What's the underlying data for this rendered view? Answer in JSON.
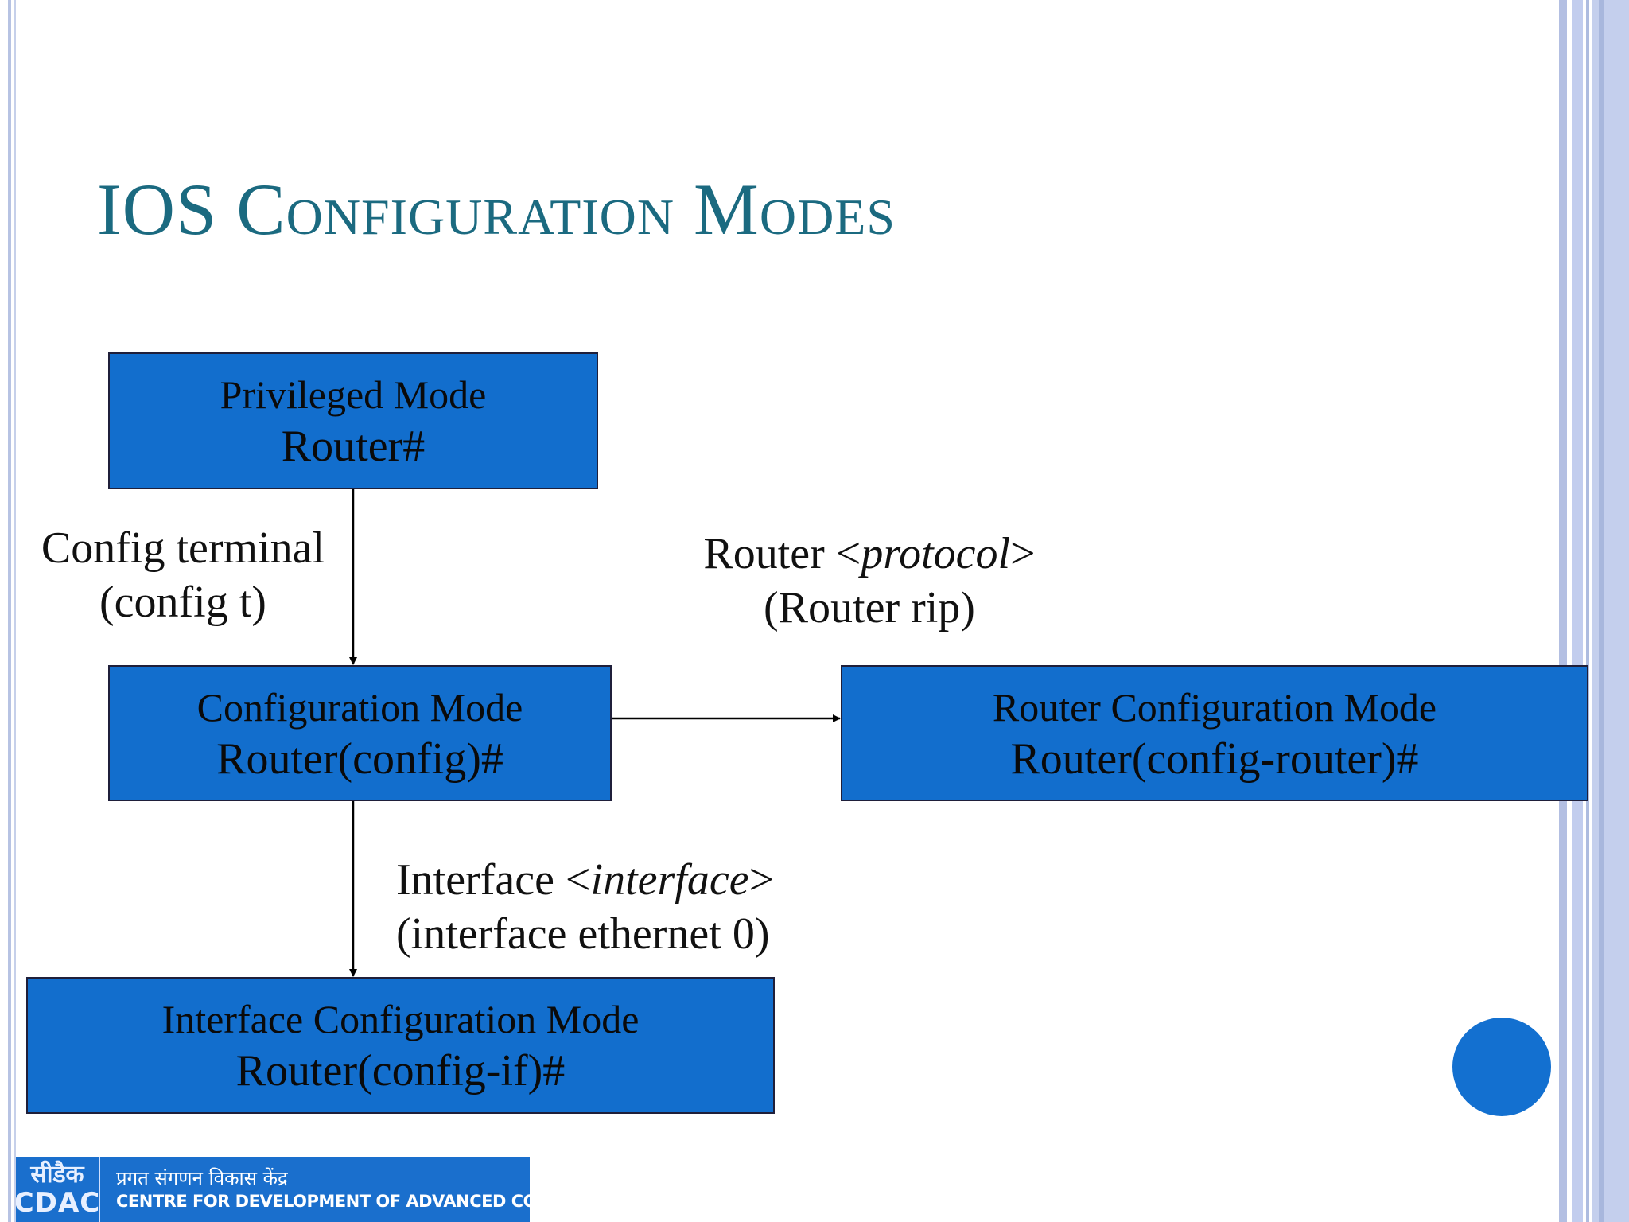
{
  "slide": {
    "title": "IOS Configuration Modes"
  },
  "boxes": {
    "privileged": {
      "name": "Privileged Mode",
      "prompt": "Router#"
    },
    "configuration": {
      "name": "Configuration Mode",
      "prompt": "Router(config)#"
    },
    "router_configuration": {
      "name": "Router Configuration Mode",
      "prompt": "Router(config-router)#"
    },
    "interface_configuration": {
      "name": "Interface Configuration Mode",
      "prompt": "Router(config-if)#"
    }
  },
  "transitions": {
    "config_terminal": {
      "command": "Config terminal",
      "example": "(config t)"
    },
    "router_protocol": {
      "command_prefix": "Router <",
      "command_param": "protocol",
      "command_suffix": ">",
      "example": "(Router rip)"
    },
    "interface": {
      "command_prefix": "Interface <",
      "command_param": "interface",
      "command_suffix": ">",
      "example": "(interface ethernet 0)"
    }
  },
  "footer_logo": {
    "mark_hindi": "सीडैक",
    "mark_latin": "CDAC",
    "name_hindi": "प्रगत संगणन विकास केंद्र",
    "name_english": "CENTRE FOR DEVELOPMENT OF ADVANCED COMPUTING"
  },
  "colors": {
    "title": "#1b6a80",
    "box_fill": "#126ecd",
    "dot": "#1370d0",
    "border_bands": "#b7c3e3"
  }
}
